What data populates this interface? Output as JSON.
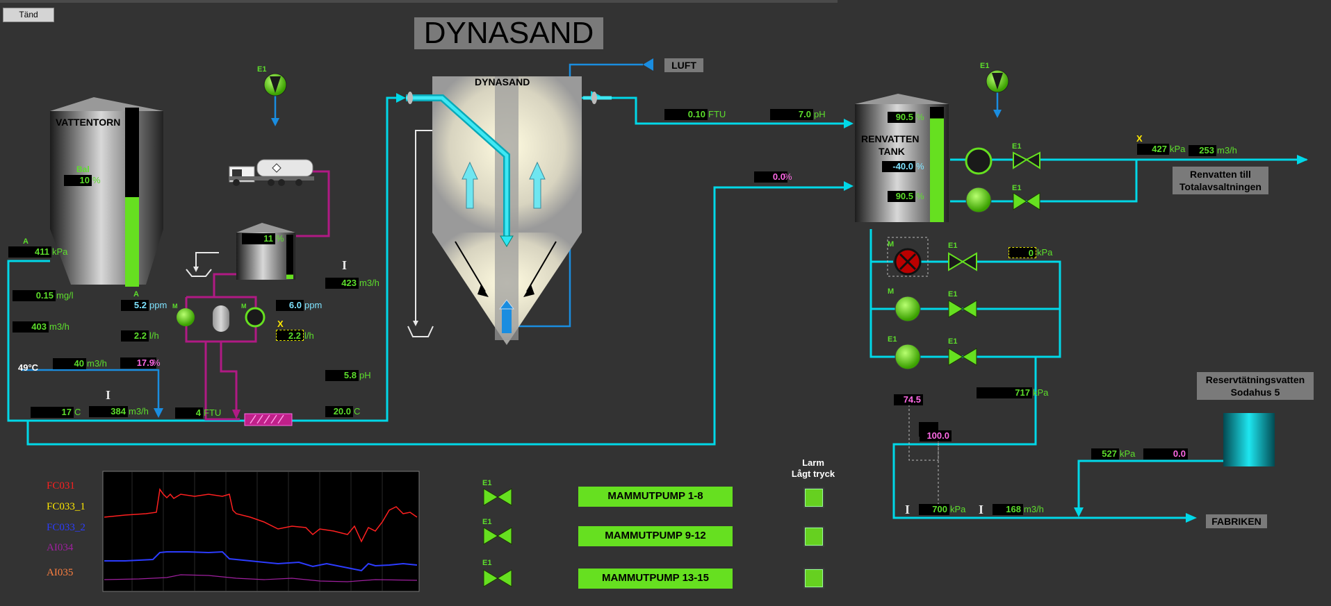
{
  "toolbar": {
    "tand_label": "Tänd"
  },
  "title": "DYNASAND",
  "labels": {
    "vattentorn": "VATTENTORN",
    "bal": "Bal",
    "dynasand_inner": "DYNASAND",
    "luft": "LUFT",
    "renvatten_line1": "RENVATTEN",
    "renvatten_line2": "TANK",
    "renvatten_till_1": "Renvatten till",
    "renvatten_till_2": "Totalavsaltningen",
    "reserv_1": "Reservtätningsvatten",
    "reserv_2": "Sodahus 5",
    "fabriken": "FABRIKEN",
    "larm_1": "Larm",
    "larm_2": "Lågt tryck",
    "temp": "49°C",
    "e1": "E1",
    "a": "A",
    "m": "M",
    "x": "X",
    "i": "I"
  },
  "values": {
    "bal": "10",
    "kpa_411": "411",
    "kpa_411_u": "kPa",
    "mgl": "0.15",
    "mgl_u": "mg/l",
    "m3h_403": "403",
    "m3h_403_u": "m3/h",
    "m3h_40": "40",
    "m3h_40_u": "m3/h",
    "pct_179": "17.9",
    "pct_179_u": "%",
    "c_17": "17",
    "c_17_u": "C",
    "m3h_384": "384",
    "m3h_384_u": "m3/h",
    "ftu_4": "4",
    "ftu_4_u": "FTU",
    "pct_11": "11",
    "pct_11_u": "%",
    "ppm_52": "5.2",
    "ppm_52_u": "ppm",
    "lh_22a": "2.2",
    "lh_22a_u": "l/h",
    "ppm_60": "6.0",
    "ppm_60_u": "ppm",
    "lh_22b": "2.2",
    "lh_22b_u": "l/h",
    "m3h_423": "423",
    "m3h_423_u": "m3/h",
    "ph_58": "5.8",
    "ph_58_u": "pH",
    "c_20": "20.0",
    "c_20_u": "C",
    "ftu_010": "0.10",
    "ftu_010_u": "FTU",
    "ph_70": "7.0",
    "ph_70_u": "pH",
    "pct_00": "0.0",
    "pct_00_u": "%",
    "tank_905a": "90.5",
    "tank_905a_u": "%",
    "tank_400": "-40.0",
    "tank_400_u": "%",
    "tank_905b": "90.5",
    "tank_905b_u": "%",
    "kpa_427": "427",
    "kpa_427_u": "kPa",
    "m3h_253": "253",
    "m3h_253_u": "m3/h",
    "kpa_0": "0",
    "kpa_0_u": "kPa",
    "v_745": "74.5",
    "v_1000": "100.0",
    "kpa_717": "717",
    "kpa_717_u": "kPa",
    "kpa_700": "700",
    "kpa_700_u": "kPa",
    "m3h_168": "168",
    "m3h_168_u": "m3/h",
    "kpa_527": "527",
    "kpa_527_u": "kPa",
    "v_00b": "0.0"
  },
  "levels": {
    "vattentorn": 0.5,
    "small_tank": 0.1,
    "renvatten": 0.9
  },
  "pumps": {
    "p1": "MAMMUTPUMP 1-8",
    "p2": "MAMMUTPUMP 9-12",
    "p3": "MAMMUTPUMP 13-15"
  },
  "trend": {
    "series": [
      {
        "name": "FC031",
        "color": "#ff2020"
      },
      {
        "name": "FC033_1",
        "color": "#ffe800"
      },
      {
        "name": "FC033_2",
        "color": "#2c3cff"
      },
      {
        "name": "AI034",
        "color": "#a020a0"
      },
      {
        "name": "AI035",
        "color": "#ff8040"
      }
    ]
  },
  "colors": {
    "pipe": "#00d8e8",
    "magenta": "#b01a84",
    "green": "#66e020",
    "value_green": "#5dde2c"
  }
}
